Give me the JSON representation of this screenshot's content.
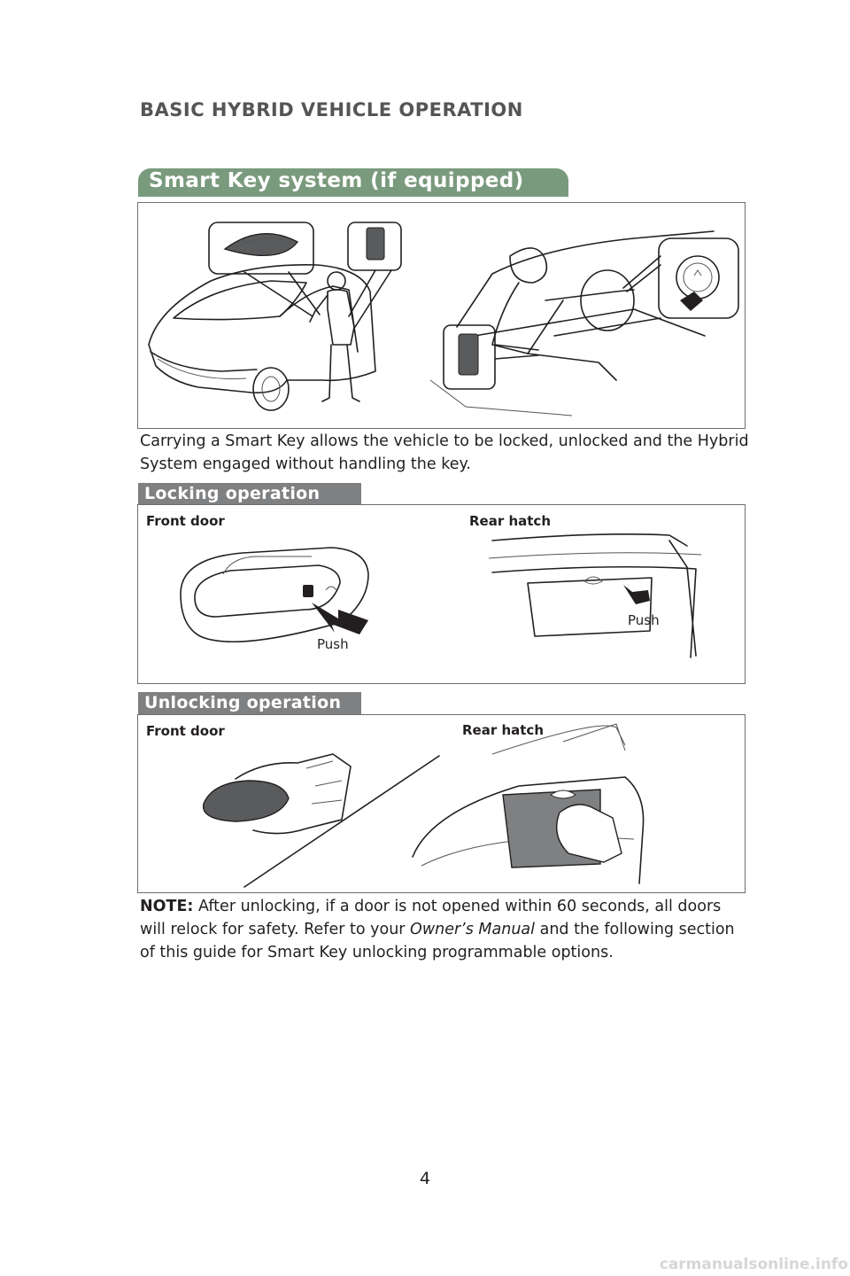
{
  "header": {
    "section_title": "BASIC HYBRID VEHICLE OPERATION"
  },
  "main_tab": {
    "title": "Smart Key system (if equipped)"
  },
  "intro_text": "Carrying a Smart Key allows the vehicle to be locked, unlocked and the Hybrid System engaged without handling the key.",
  "locking": {
    "title": "Locking operation",
    "front_label": "Front door",
    "rear_label": "Rear hatch",
    "front_push": "Push",
    "rear_push": "Push"
  },
  "unlocking": {
    "title": "Unlocking operation",
    "front_label": "Front door",
    "rear_label": "Rear hatch"
  },
  "note": {
    "label": "NOTE:",
    "text_before": " After unlocking, if a door is not opened within 60 seconds, all doors will relock for safety. Refer to your ",
    "manual": "Owner’s Manual",
    "text_after": " and the following section of this guide for Smart Key unlocking programmable options."
  },
  "page_number": "4",
  "watermark": "carmanualsonline.info",
  "colors": {
    "tab_green": "#7a9a7e",
    "subtab_gray": "#7f8082",
    "frame": "#6d6e70"
  }
}
